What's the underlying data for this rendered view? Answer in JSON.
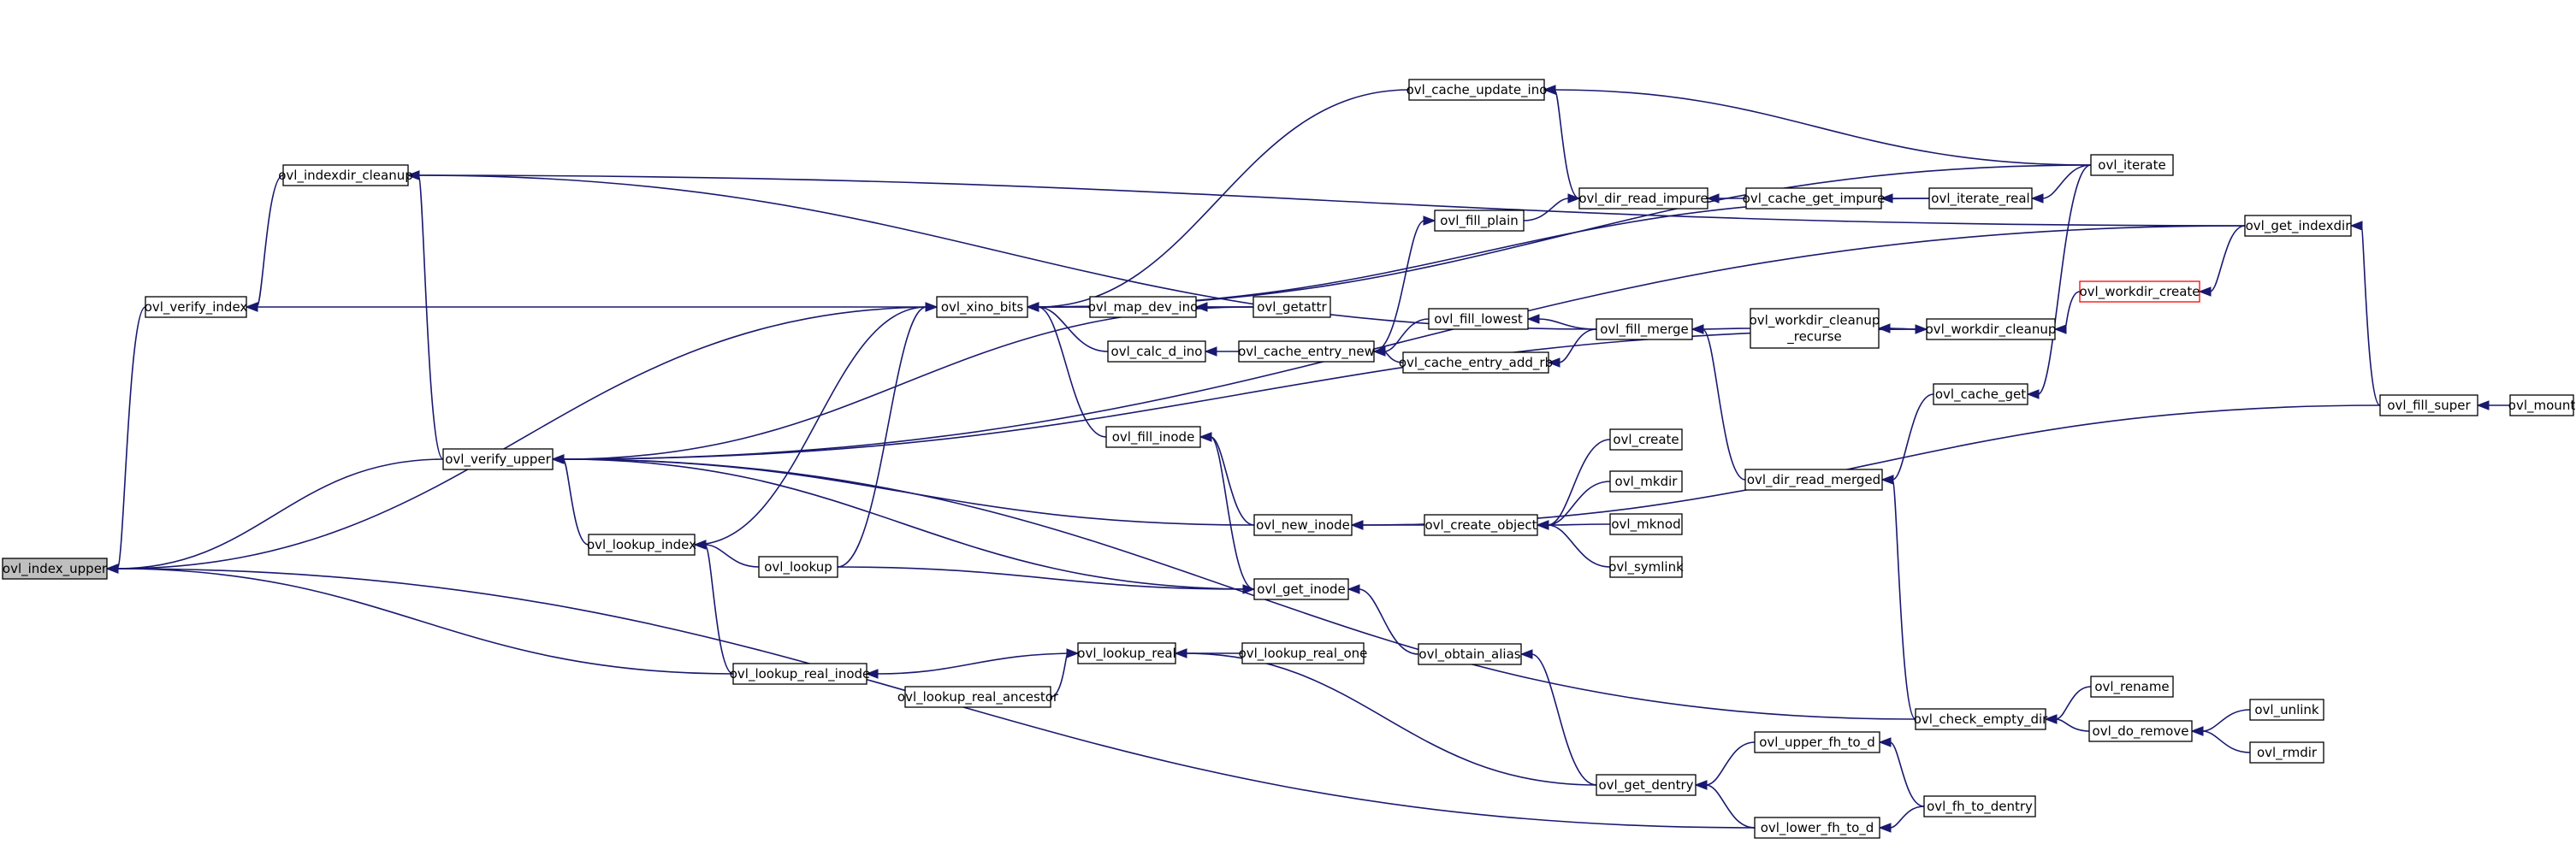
{
  "diagram": {
    "type": "call-graph",
    "colors": {
      "edge": "#191970",
      "root_fill": "#bfbfbf",
      "truncated_border": "#ff0000",
      "node_border": "#000000"
    },
    "nodes": [
      {
        "id": "ovl_index_upper",
        "lines": [
          "ovl_index_upper"
        ],
        "style": "root"
      },
      {
        "id": "ovl_verify_index",
        "lines": [
          "ovl_verify_index"
        ]
      },
      {
        "id": "ovl_indexdir_cleanup",
        "lines": [
          "ovl_indexdir_cleanup"
        ]
      },
      {
        "id": "ovl_verify_upper",
        "lines": [
          "ovl_verify_upper"
        ]
      },
      {
        "id": "ovl_lookup_index",
        "lines": [
          "ovl_lookup_index"
        ]
      },
      {
        "id": "ovl_lookup",
        "lines": [
          "ovl_lookup"
        ]
      },
      {
        "id": "ovl_lookup_real_inode",
        "lines": [
          "ovl_lookup_real_inode"
        ]
      },
      {
        "id": "ovl_lookup_real_ancestor",
        "lines": [
          "ovl_lookup_real_ancestor"
        ]
      },
      {
        "id": "ovl_lookup_real",
        "lines": [
          "ovl_lookup_real"
        ]
      },
      {
        "id": "ovl_lookup_real_one",
        "lines": [
          "ovl_lookup_real_one"
        ]
      },
      {
        "id": "ovl_xino_bits",
        "lines": [
          "ovl_xino_bits"
        ]
      },
      {
        "id": "ovl_map_dev_ino",
        "lines": [
          "ovl_map_dev_ino"
        ]
      },
      {
        "id": "ovl_calc_d_ino",
        "lines": [
          "ovl_calc_d_ino"
        ]
      },
      {
        "id": "ovl_getattr",
        "lines": [
          "ovl_getattr"
        ]
      },
      {
        "id": "ovl_fill_inode",
        "lines": [
          "ovl_fill_inode"
        ]
      },
      {
        "id": "ovl_new_inode",
        "lines": [
          "ovl_new_inode"
        ]
      },
      {
        "id": "ovl_get_inode",
        "lines": [
          "ovl_get_inode"
        ]
      },
      {
        "id": "ovl_obtain_alias",
        "lines": [
          "ovl_obtain_alias"
        ]
      },
      {
        "id": "ovl_get_dentry",
        "lines": [
          "ovl_get_dentry"
        ]
      },
      {
        "id": "ovl_upper_fh_to_d",
        "lines": [
          "ovl_upper_fh_to_d"
        ]
      },
      {
        "id": "ovl_lower_fh_to_d",
        "lines": [
          "ovl_lower_fh_to_d"
        ]
      },
      {
        "id": "ovl_fh_to_dentry",
        "lines": [
          "ovl_fh_to_dentry"
        ]
      },
      {
        "id": "ovl_cache_update_ino",
        "lines": [
          "ovl_cache_update_ino"
        ]
      },
      {
        "id": "ovl_fill_plain",
        "lines": [
          "ovl_fill_plain"
        ]
      },
      {
        "id": "ovl_dir_read_impure",
        "lines": [
          "ovl_dir_read_impure"
        ]
      },
      {
        "id": "ovl_cache_get_impure",
        "lines": [
          "ovl_cache_get_impure"
        ]
      },
      {
        "id": "ovl_iterate_real",
        "lines": [
          "ovl_iterate_real"
        ]
      },
      {
        "id": "ovl_iterate",
        "lines": [
          "ovl_iterate"
        ]
      },
      {
        "id": "ovl_fill_lowest",
        "lines": [
          "ovl_fill_lowest"
        ]
      },
      {
        "id": "ovl_cache_entry_new",
        "lines": [
          "ovl_cache_entry_new"
        ]
      },
      {
        "id": "ovl_cache_entry_add_rb",
        "lines": [
          "ovl_cache_entry_add_rb"
        ]
      },
      {
        "id": "ovl_fill_merge",
        "lines": [
          "ovl_fill_merge"
        ]
      },
      {
        "id": "ovl_workdir_cleanup_recurse",
        "lines": [
          "ovl_workdir_cleanup",
          "_recurse"
        ]
      },
      {
        "id": "ovl_workdir_cleanup",
        "lines": [
          "ovl_workdir_cleanup"
        ]
      },
      {
        "id": "ovl_workdir_create",
        "lines": [
          "ovl_workdir_create"
        ],
        "style": "truncated"
      },
      {
        "id": "ovl_get_indexdir",
        "lines": [
          "ovl_get_indexdir"
        ]
      },
      {
        "id": "ovl_dir_read_merged",
        "lines": [
          "ovl_dir_read_merged"
        ]
      },
      {
        "id": "ovl_cache_get",
        "lines": [
          "ovl_cache_get"
        ]
      },
      {
        "id": "ovl_create_object",
        "lines": [
          "ovl_create_object"
        ]
      },
      {
        "id": "ovl_create",
        "lines": [
          "ovl_create"
        ]
      },
      {
        "id": "ovl_mkdir",
        "lines": [
          "ovl_mkdir"
        ]
      },
      {
        "id": "ovl_mknod",
        "lines": [
          "ovl_mknod"
        ]
      },
      {
        "id": "ovl_symlink",
        "lines": [
          "ovl_symlink"
        ]
      },
      {
        "id": "ovl_check_empty_dir",
        "lines": [
          "ovl_check_empty_dir"
        ]
      },
      {
        "id": "ovl_rename",
        "lines": [
          "ovl_rename"
        ]
      },
      {
        "id": "ovl_do_remove",
        "lines": [
          "ovl_do_remove"
        ]
      },
      {
        "id": "ovl_unlink",
        "lines": [
          "ovl_unlink"
        ]
      },
      {
        "id": "ovl_rmdir",
        "lines": [
          "ovl_rmdir"
        ]
      },
      {
        "id": "ovl_fill_super",
        "lines": [
          "ovl_fill_super"
        ]
      },
      {
        "id": "ovl_mount",
        "lines": [
          "ovl_mount"
        ]
      }
    ],
    "edges": [
      {
        "from": "ovl_verify_index",
        "to": "ovl_index_upper"
      },
      {
        "from": "ovl_indexdir_cleanup",
        "to": "ovl_verify_index"
      },
      {
        "from": "ovl_xino_bits",
        "to": "ovl_verify_index"
      },
      {
        "from": "ovl_verify_upper",
        "to": "ovl_indexdir_cleanup"
      },
      {
        "from": "ovl_get_indexdir",
        "to": "ovl_indexdir_cleanup"
      },
      {
        "from": "ovl_fill_merge",
        "to": "ovl_indexdir_cleanup"
      },
      {
        "from": "ovl_xino_bits",
        "to": "ovl_index_upper"
      },
      {
        "from": "ovl_verify_upper",
        "to": "ovl_index_upper"
      },
      {
        "from": "ovl_lookup_real_inode",
        "to": "ovl_index_upper"
      },
      {
        "from": "ovl_lower_fh_to_d",
        "to": "ovl_index_upper"
      },
      {
        "from": "ovl_lookup_index",
        "to": "ovl_verify_upper"
      },
      {
        "from": "ovl_get_inode",
        "to": "ovl_verify_upper"
      },
      {
        "from": "ovl_getattr",
        "to": "ovl_verify_upper"
      },
      {
        "from": "ovl_new_inode",
        "to": "ovl_verify_upper"
      },
      {
        "from": "ovl_workdir_cleanup",
        "to": "ovl_verify_upper"
      },
      {
        "from": "ovl_get_indexdir",
        "to": "ovl_verify_upper"
      },
      {
        "from": "ovl_check_empty_dir",
        "to": "ovl_verify_upper"
      },
      {
        "from": "ovl_lookup",
        "to": "ovl_lookup_index"
      },
      {
        "from": "ovl_lookup_index",
        "to": "ovl_xino_bits"
      },
      {
        "from": "ovl_lookup",
        "to": "ovl_xino_bits"
      },
      {
        "from": "ovl_lookup_real_inode",
        "to": "ovl_lookup_index"
      },
      {
        "from": "ovl_lookup_real",
        "to": "ovl_lookup_real_inode"
      },
      {
        "from": "ovl_lookup_real_ancestor",
        "to": "ovl_lookup_real"
      },
      {
        "from": "ovl_lookup_real_one",
        "to": "ovl_lookup_real"
      },
      {
        "from": "ovl_get_dentry",
        "to": "ovl_lookup_real"
      },
      {
        "from": "ovl_map_dev_ino",
        "to": "ovl_xino_bits"
      },
      {
        "from": "ovl_calc_d_ino",
        "to": "ovl_xino_bits"
      },
      {
        "from": "ovl_getattr",
        "to": "ovl_xino_bits"
      },
      {
        "from": "ovl_fill_inode",
        "to": "ovl_xino_bits"
      },
      {
        "from": "ovl_cache_update_ino",
        "to": "ovl_xino_bits"
      },
      {
        "from": "ovl_iterate",
        "to": "ovl_xino_bits"
      },
      {
        "from": "ovl_iterate_real",
        "to": "ovl_xino_bits"
      },
      {
        "from": "ovl_getattr",
        "to": "ovl_map_dev_ino"
      },
      {
        "from": "ovl_cache_entry_new",
        "to": "ovl_calc_d_ino"
      },
      {
        "from": "ovl_new_inode",
        "to": "ovl_fill_inode"
      },
      {
        "from": "ovl_get_inode",
        "to": "ovl_fill_inode"
      },
      {
        "from": "ovl_create_object",
        "to": "ovl_new_inode"
      },
      {
        "from": "ovl_fill_super",
        "to": "ovl_new_inode"
      },
      {
        "from": "ovl_lookup",
        "to": "ovl_get_inode"
      },
      {
        "from": "ovl_obtain_alias",
        "to": "ovl_get_inode"
      },
      {
        "from": "ovl_get_dentry",
        "to": "ovl_obtain_alias"
      },
      {
        "from": "ovl_upper_fh_to_d",
        "to": "ovl_get_dentry"
      },
      {
        "from": "ovl_lower_fh_to_d",
        "to": "ovl_get_dentry"
      },
      {
        "from": "ovl_fh_to_dentry",
        "to": "ovl_upper_fh_to_d"
      },
      {
        "from": "ovl_fh_to_dentry",
        "to": "ovl_lower_fh_to_d"
      },
      {
        "from": "ovl_iterate",
        "to": "ovl_cache_update_ino"
      },
      {
        "from": "ovl_dir_read_impure",
        "to": "ovl_cache_update_ino"
      },
      {
        "from": "ovl_fill_plain",
        "to": "ovl_dir_read_impure"
      },
      {
        "from": "ovl_cache_get_impure",
        "to": "ovl_dir_read_impure"
      },
      {
        "from": "ovl_iterate_real",
        "to": "ovl_cache_get_impure"
      },
      {
        "from": "ovl_iterate",
        "to": "ovl_iterate_real"
      },
      {
        "from": "ovl_cache_entry_new",
        "to": "ovl_fill_plain"
      },
      {
        "from": "ovl_fill_lowest",
        "to": "ovl_cache_entry_new"
      },
      {
        "from": "ovl_cache_entry_add_rb",
        "to": "ovl_cache_entry_new"
      },
      {
        "from": "ovl_fill_merge",
        "to": "ovl_fill_lowest"
      },
      {
        "from": "ovl_fill_merge",
        "to": "ovl_cache_entry_add_rb"
      },
      {
        "from": "ovl_workdir_cleanup_recurse",
        "to": "ovl_fill_merge"
      },
      {
        "from": "ovl_dir_read_merged",
        "to": "ovl_fill_merge"
      },
      {
        "from": "ovl_workdir_cleanup",
        "to": "ovl_workdir_cleanup_recurse"
      },
      {
        "from": "ovl_workdir_cleanup_recurse",
        "to": "ovl_workdir_cleanup"
      },
      {
        "from": "ovl_workdir_create",
        "to": "ovl_workdir_cleanup"
      },
      {
        "from": "ovl_get_indexdir",
        "to": "ovl_workdir_create"
      },
      {
        "from": "ovl_fill_super",
        "to": "ovl_get_indexdir"
      },
      {
        "from": "ovl_mount",
        "to": "ovl_fill_super"
      },
      {
        "from": "ovl_cache_get",
        "to": "ovl_dir_read_merged"
      },
      {
        "from": "ovl_check_empty_dir",
        "to": "ovl_dir_read_merged"
      },
      {
        "from": "ovl_iterate",
        "to": "ovl_cache_get"
      },
      {
        "from": "ovl_create",
        "to": "ovl_create_object"
      },
      {
        "from": "ovl_mkdir",
        "to": "ovl_create_object"
      },
      {
        "from": "ovl_mknod",
        "to": "ovl_create_object"
      },
      {
        "from": "ovl_symlink",
        "to": "ovl_create_object"
      },
      {
        "from": "ovl_rename",
        "to": "ovl_check_empty_dir"
      },
      {
        "from": "ovl_do_remove",
        "to": "ovl_check_empty_dir"
      },
      {
        "from": "ovl_unlink",
        "to": "ovl_do_remove"
      },
      {
        "from": "ovl_rmdir",
        "to": "ovl_do_remove"
      }
    ]
  }
}
